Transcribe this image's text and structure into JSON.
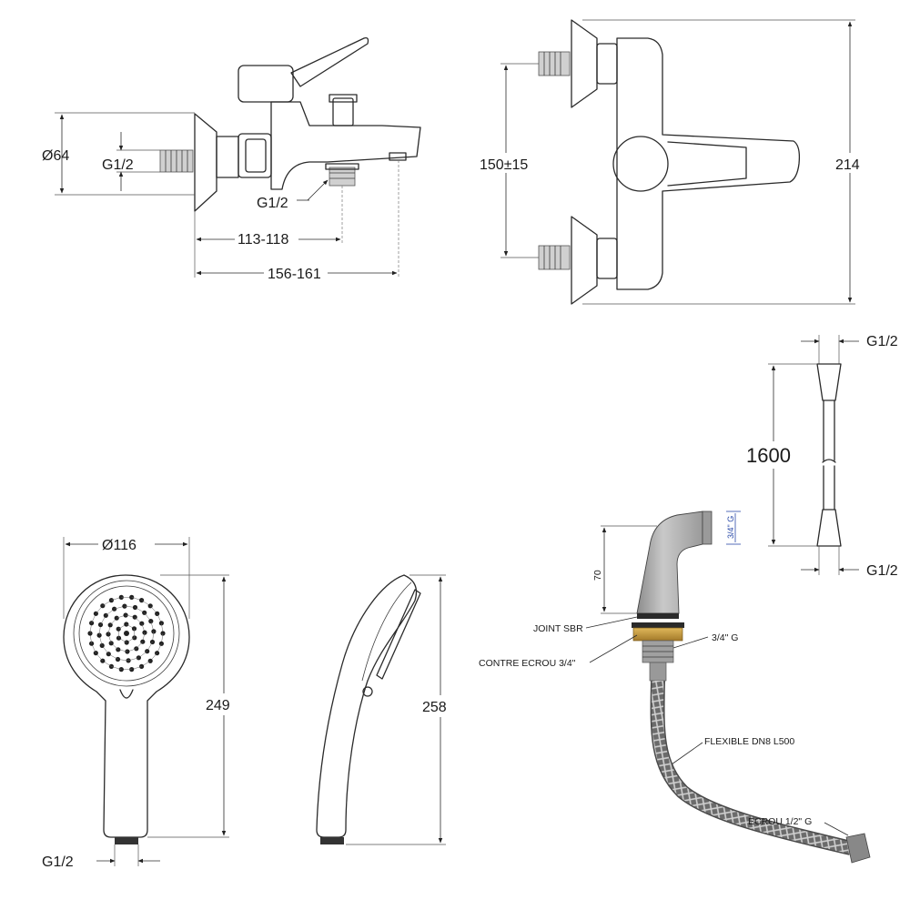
{
  "diagram": {
    "mixer_side": {
      "dia_body": "Ø64",
      "thread_inlet": "G1/2",
      "thread_outlet": "G1/2",
      "dim_spout_short": "113-118",
      "dim_spout_long": "156-161"
    },
    "mixer_top": {
      "dim_centres": "150±15",
      "dim_height": "214"
    },
    "hose": {
      "thread_top": "G1/2",
      "length": "1600",
      "thread_bottom": "G1/2"
    },
    "shower_front": {
      "dia_head": "Ø116",
      "length": "249",
      "thread": "G1/2"
    },
    "shower_side": {
      "length": "258"
    },
    "connector": {
      "thread_top": "3/4\" G",
      "height": "70",
      "label_joint": "JOINT SBR",
      "label_contre": "CONTRE ECROU 3/4\"",
      "label_thread": "3/4\" G",
      "label_flexible": "FLEXIBLE DN8 L500",
      "label_ecrou": "ECROU 1/2\" G"
    }
  }
}
